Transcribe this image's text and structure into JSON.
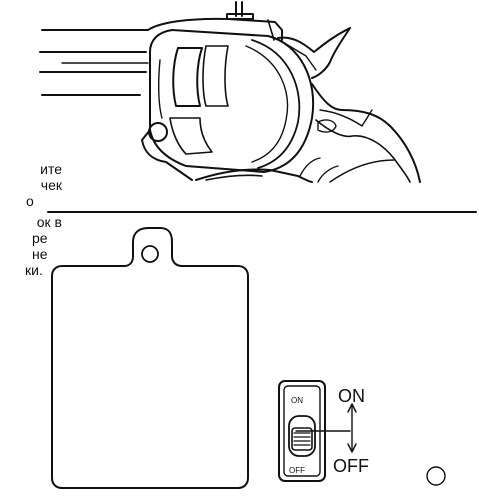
{
  "instruction_fragment_lines": [
    "ите",
    "чек",
    "о",
    "ок в",
    "ре",
    "не",
    "ки."
  ],
  "switch": {
    "on_label": "ON",
    "off_label": "OFF",
    "on_label_small": "ON",
    "off_label_small": "OFF"
  },
  "colors": {
    "ink": "#111111",
    "paper": "#ffffff"
  }
}
